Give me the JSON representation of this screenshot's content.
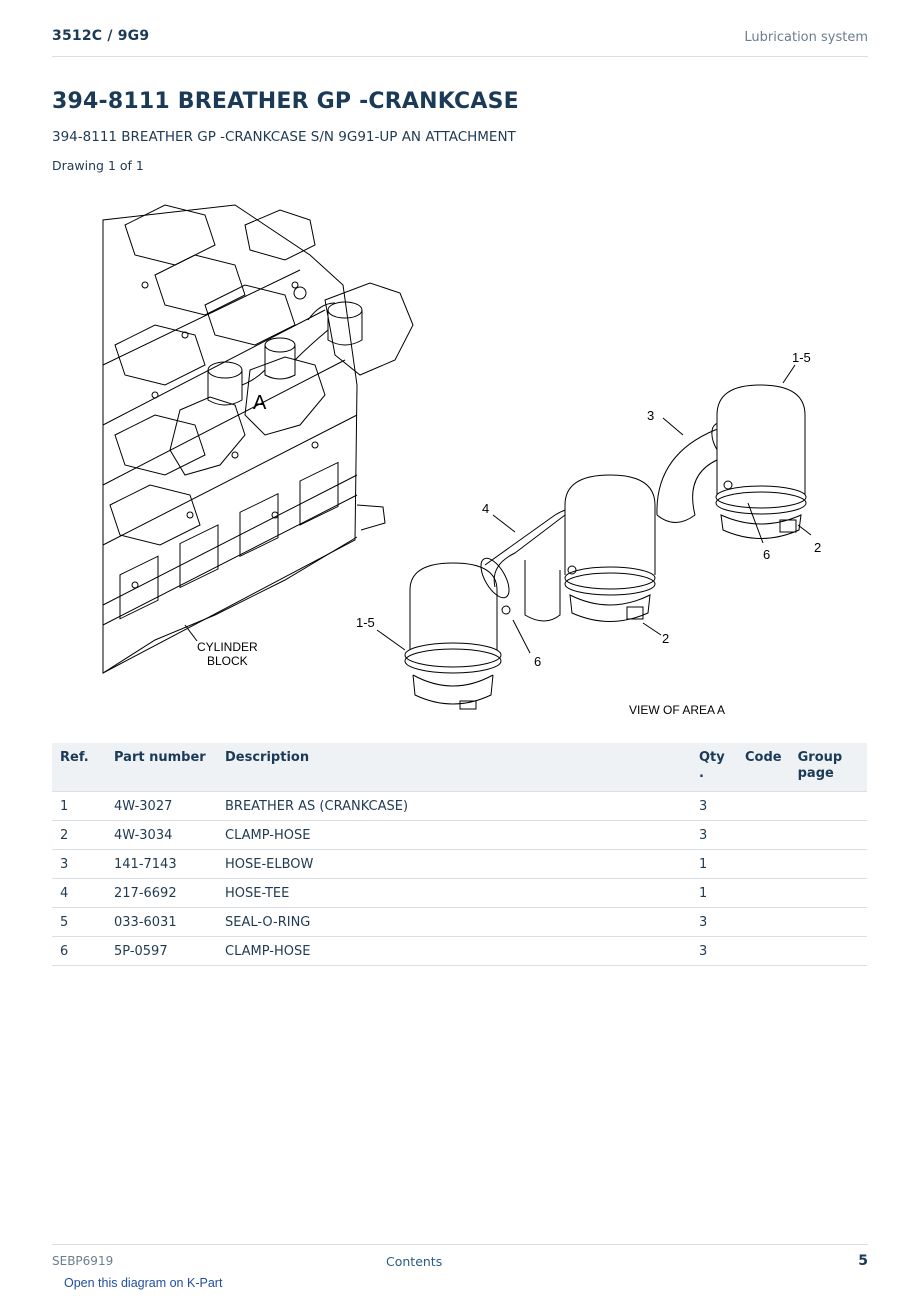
{
  "header": {
    "model": "3512C  /  9G9",
    "section": "Lubrication system"
  },
  "title": "394-8111 BREATHER GP -CRANKCASE",
  "subtitle": "394-8111 BREATHER GP -CRANKCASE S/N 9G91-UP AN ATTACHMENT",
  "drawing_label": "Drawing 1 of 1",
  "diagram": {
    "callouts": {
      "a": "A",
      "cyl1": "CYLINDER",
      "cyl2": "BLOCK",
      "view": "VIEW OF AREA A",
      "c15_top": "1-5",
      "c3": "3",
      "c6_right": "6",
      "c2_right": "2",
      "c4": "4",
      "c2_mid": "2",
      "c15_left": "1-5",
      "c6_left": "6"
    }
  },
  "table": {
    "headers": {
      "ref": "Ref.",
      "part": "Part number",
      "desc": "Description",
      "qty": "Qty\n.",
      "code": "Code",
      "group": "Group page"
    },
    "rows": [
      {
        "ref": "1",
        "part": "4W-3027",
        "desc": "BREATHER AS (CRANKCASE)",
        "qty": "3",
        "code": "",
        "group": ""
      },
      {
        "ref": "2",
        "part": "4W-3034",
        "desc": "CLAMP-HOSE",
        "qty": "3",
        "code": "",
        "group": ""
      },
      {
        "ref": "3",
        "part": "141-7143",
        "desc": "HOSE-ELBOW",
        "qty": "1",
        "code": "",
        "group": ""
      },
      {
        "ref": "4",
        "part": "217-6692",
        "desc": "HOSE-TEE",
        "qty": "1",
        "code": "",
        "group": ""
      },
      {
        "ref": "5",
        "part": "033-6031",
        "desc": "SEAL-O-RING",
        "qty": "3",
        "code": "",
        "group": ""
      },
      {
        "ref": "6",
        "part": "5P-0597",
        "desc": "CLAMP-HOSE",
        "qty": "3",
        "code": "",
        "group": ""
      }
    ]
  },
  "footer": {
    "doc": "SEBP6919",
    "contents": "Contents",
    "page": "5"
  },
  "kpart_link": "Open this diagram on K-Part"
}
